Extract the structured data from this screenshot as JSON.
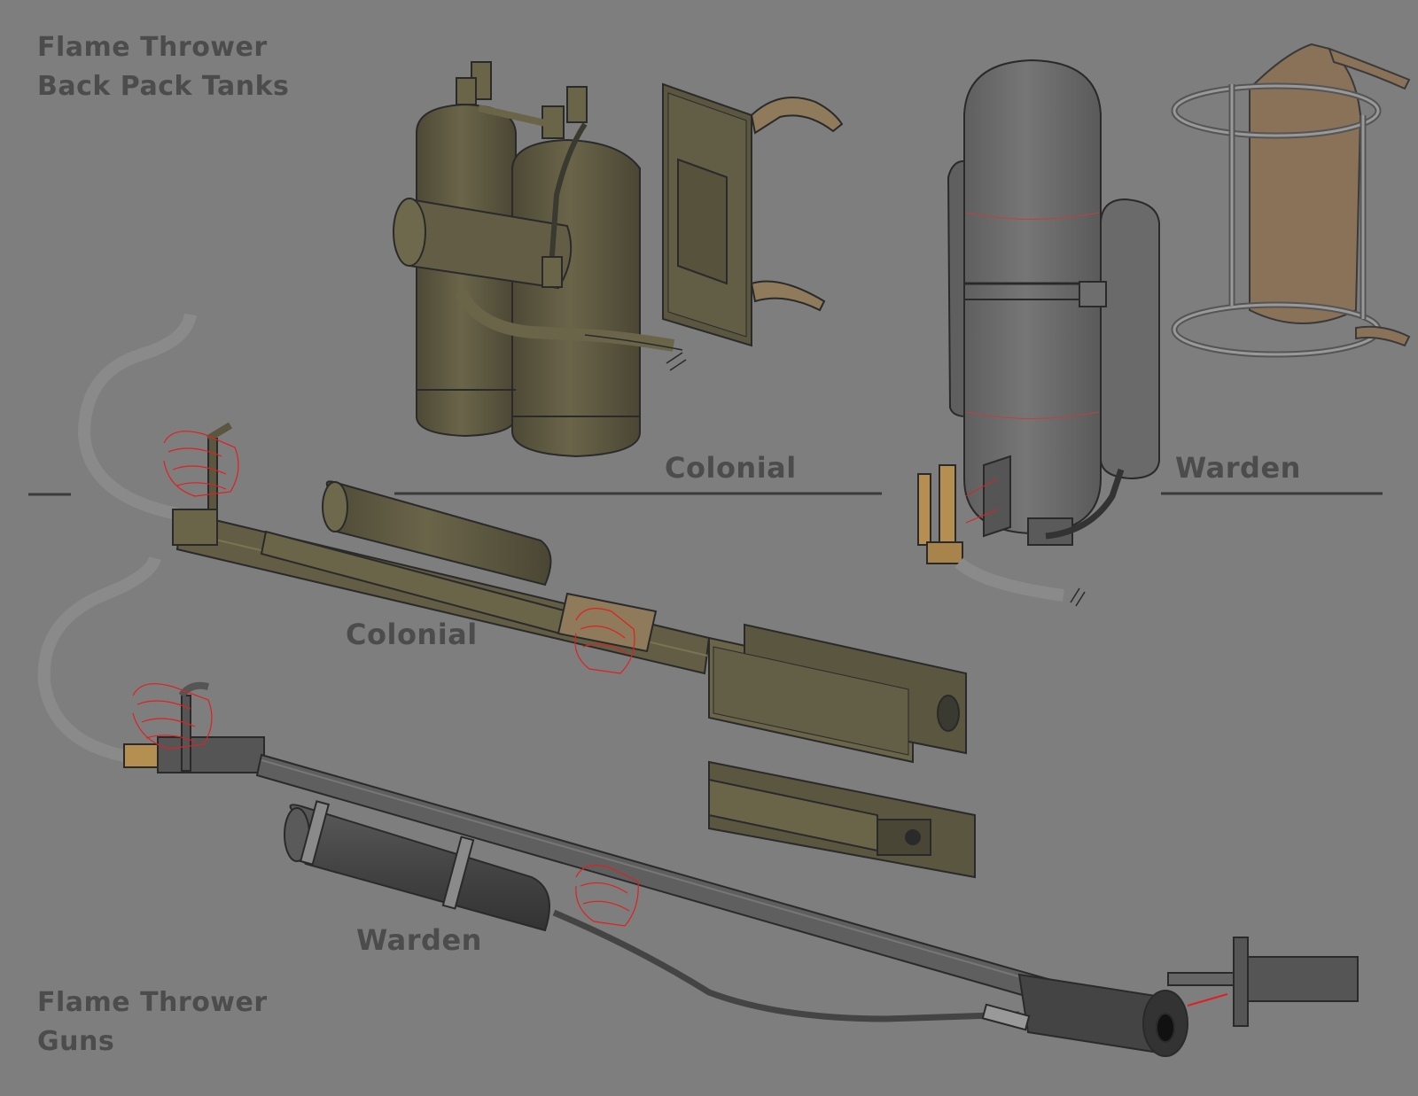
{
  "headings": {
    "backpack": [
      "Flame Thrower",
      "Back Pack Tanks"
    ],
    "guns": [
      "Flame Thrower",
      "Guns"
    ]
  },
  "labels": {
    "colonial_tank": "Colonial",
    "warden_tank": "Warden",
    "colonial_gun": "Colonial",
    "warden_gun": "Warden"
  },
  "colors": {
    "background": "#7e7e7e",
    "text": "#4c4c4c",
    "colonial_olive": "#59553f",
    "colonial_olive_light": "#6f6a4d",
    "warden_gray": "#6b6b6b",
    "warden_dark": "#444444",
    "strap_tan": "#8f7a5c",
    "brass": "#b58e52",
    "outline": "#2a2a2a",
    "sketch_red": "#e02020"
  }
}
